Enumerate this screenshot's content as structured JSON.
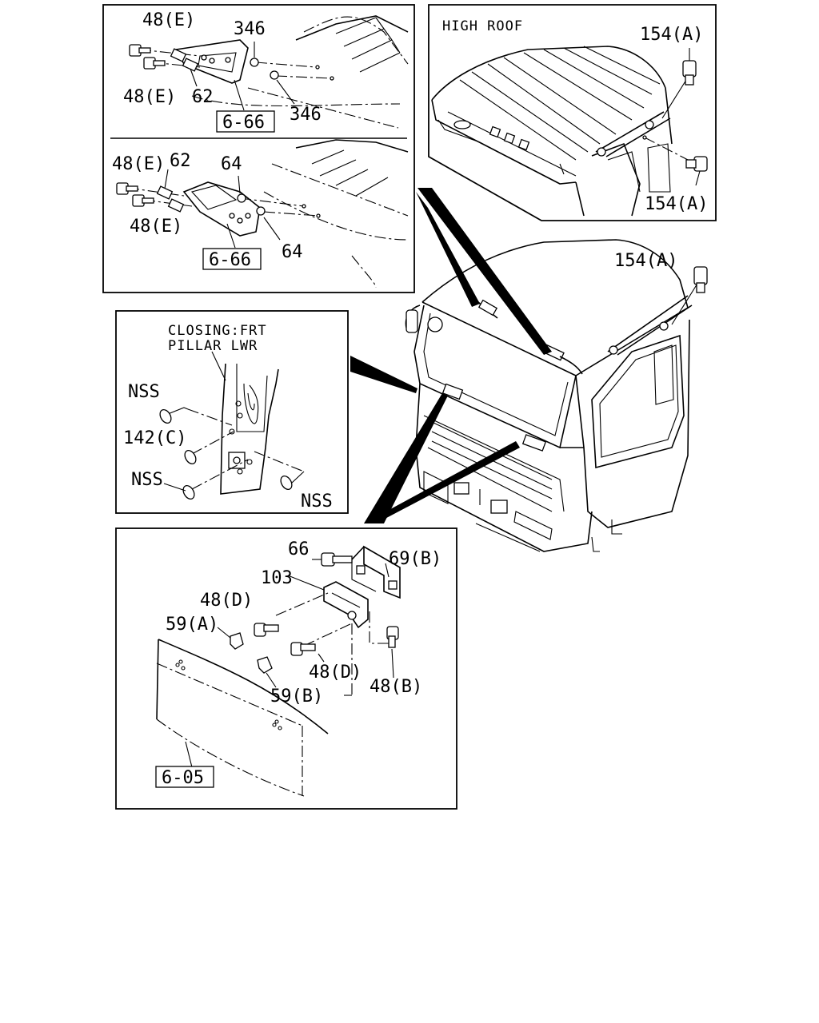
{
  "panels": {
    "top_left": {
      "upper": {
        "callouts": {
          "bolt_upper": "48(E)",
          "bolt_lower": "48(E)",
          "nut_upper": "346",
          "nut_lower": "346",
          "bracket": "62",
          "ref": "6-66"
        }
      },
      "lower": {
        "callouts": {
          "bolt_upper": "48(E)",
          "bolt_lower": "48(E)",
          "bracket": "62",
          "nut_upper": "64",
          "nut_lower": "64",
          "ref": "6-66"
        }
      }
    },
    "high_roof": {
      "heading": "HIGH ROOF",
      "callouts": {
        "bolt_upper": "154(A)",
        "bolt_lower": "154(A)"
      }
    },
    "main_cab": {
      "callouts": {
        "bolt": "154(A)"
      }
    },
    "closing": {
      "heading_line1": "CLOSING:FRT",
      "heading_line2": "PILLAR LWR",
      "callouts": {
        "nss_1": "NSS",
        "plug": "142(C)",
        "nss_2": "NSS",
        "nss_3": "NSS"
      }
    },
    "grille": {
      "callouts": {
        "bolt_66": "66",
        "bracket_69b": "69(B)",
        "bracket_103": "103",
        "bolt_48d_upper": "48(D)",
        "clip_59a": "59(A)",
        "bolt_48d_lower": "48(D)",
        "bolt_48b": "48(B)",
        "clip_59b": "59(B)",
        "ref": "6-05"
      }
    }
  }
}
